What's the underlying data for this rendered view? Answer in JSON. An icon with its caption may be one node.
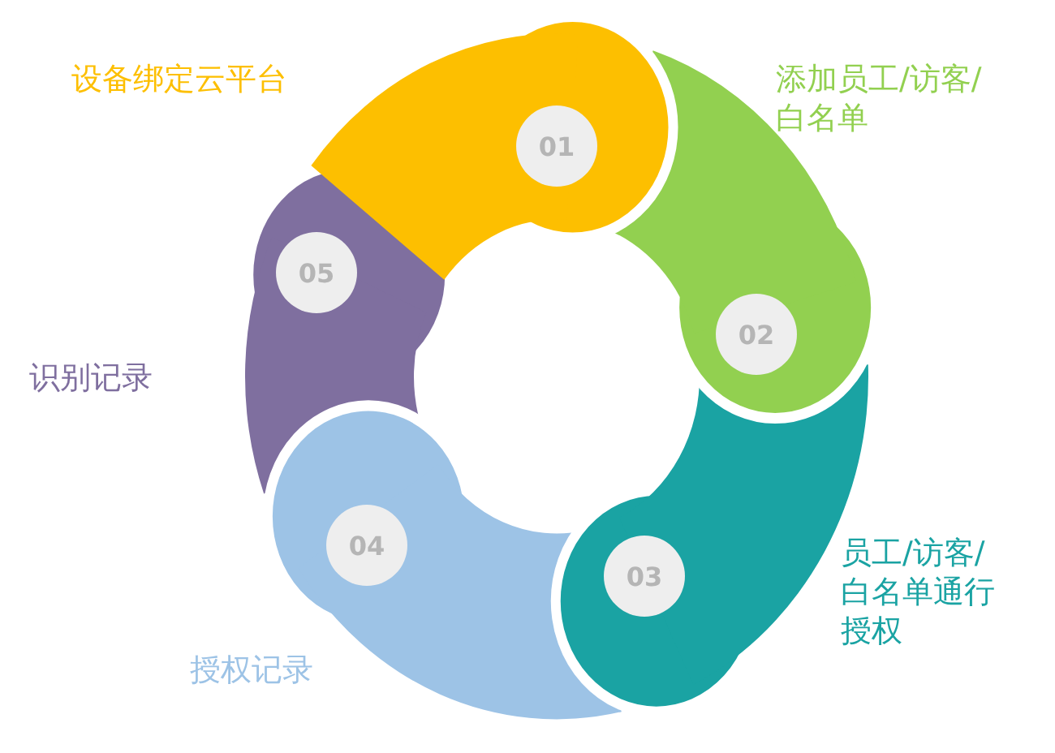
{
  "diagram": {
    "nodes": [
      {
        "text": [
          "01"
        ],
        "beside": [
          "设备绑定云平台"
        ]
      },
      {
        "text": [
          "02"
        ],
        "beside": [
          "添加员工/访客/白名单"
        ]
      },
      {
        "text": [
          "03"
        ],
        "beside": [
          "员工/访客/白名单通行授权"
        ]
      },
      {
        "text": [
          "04"
        ],
        "beside": [
          "授权记录"
        ]
      },
      {
        "text": [
          "05"
        ],
        "beside": [
          "识别记录"
        ]
      }
    ]
  }
}
